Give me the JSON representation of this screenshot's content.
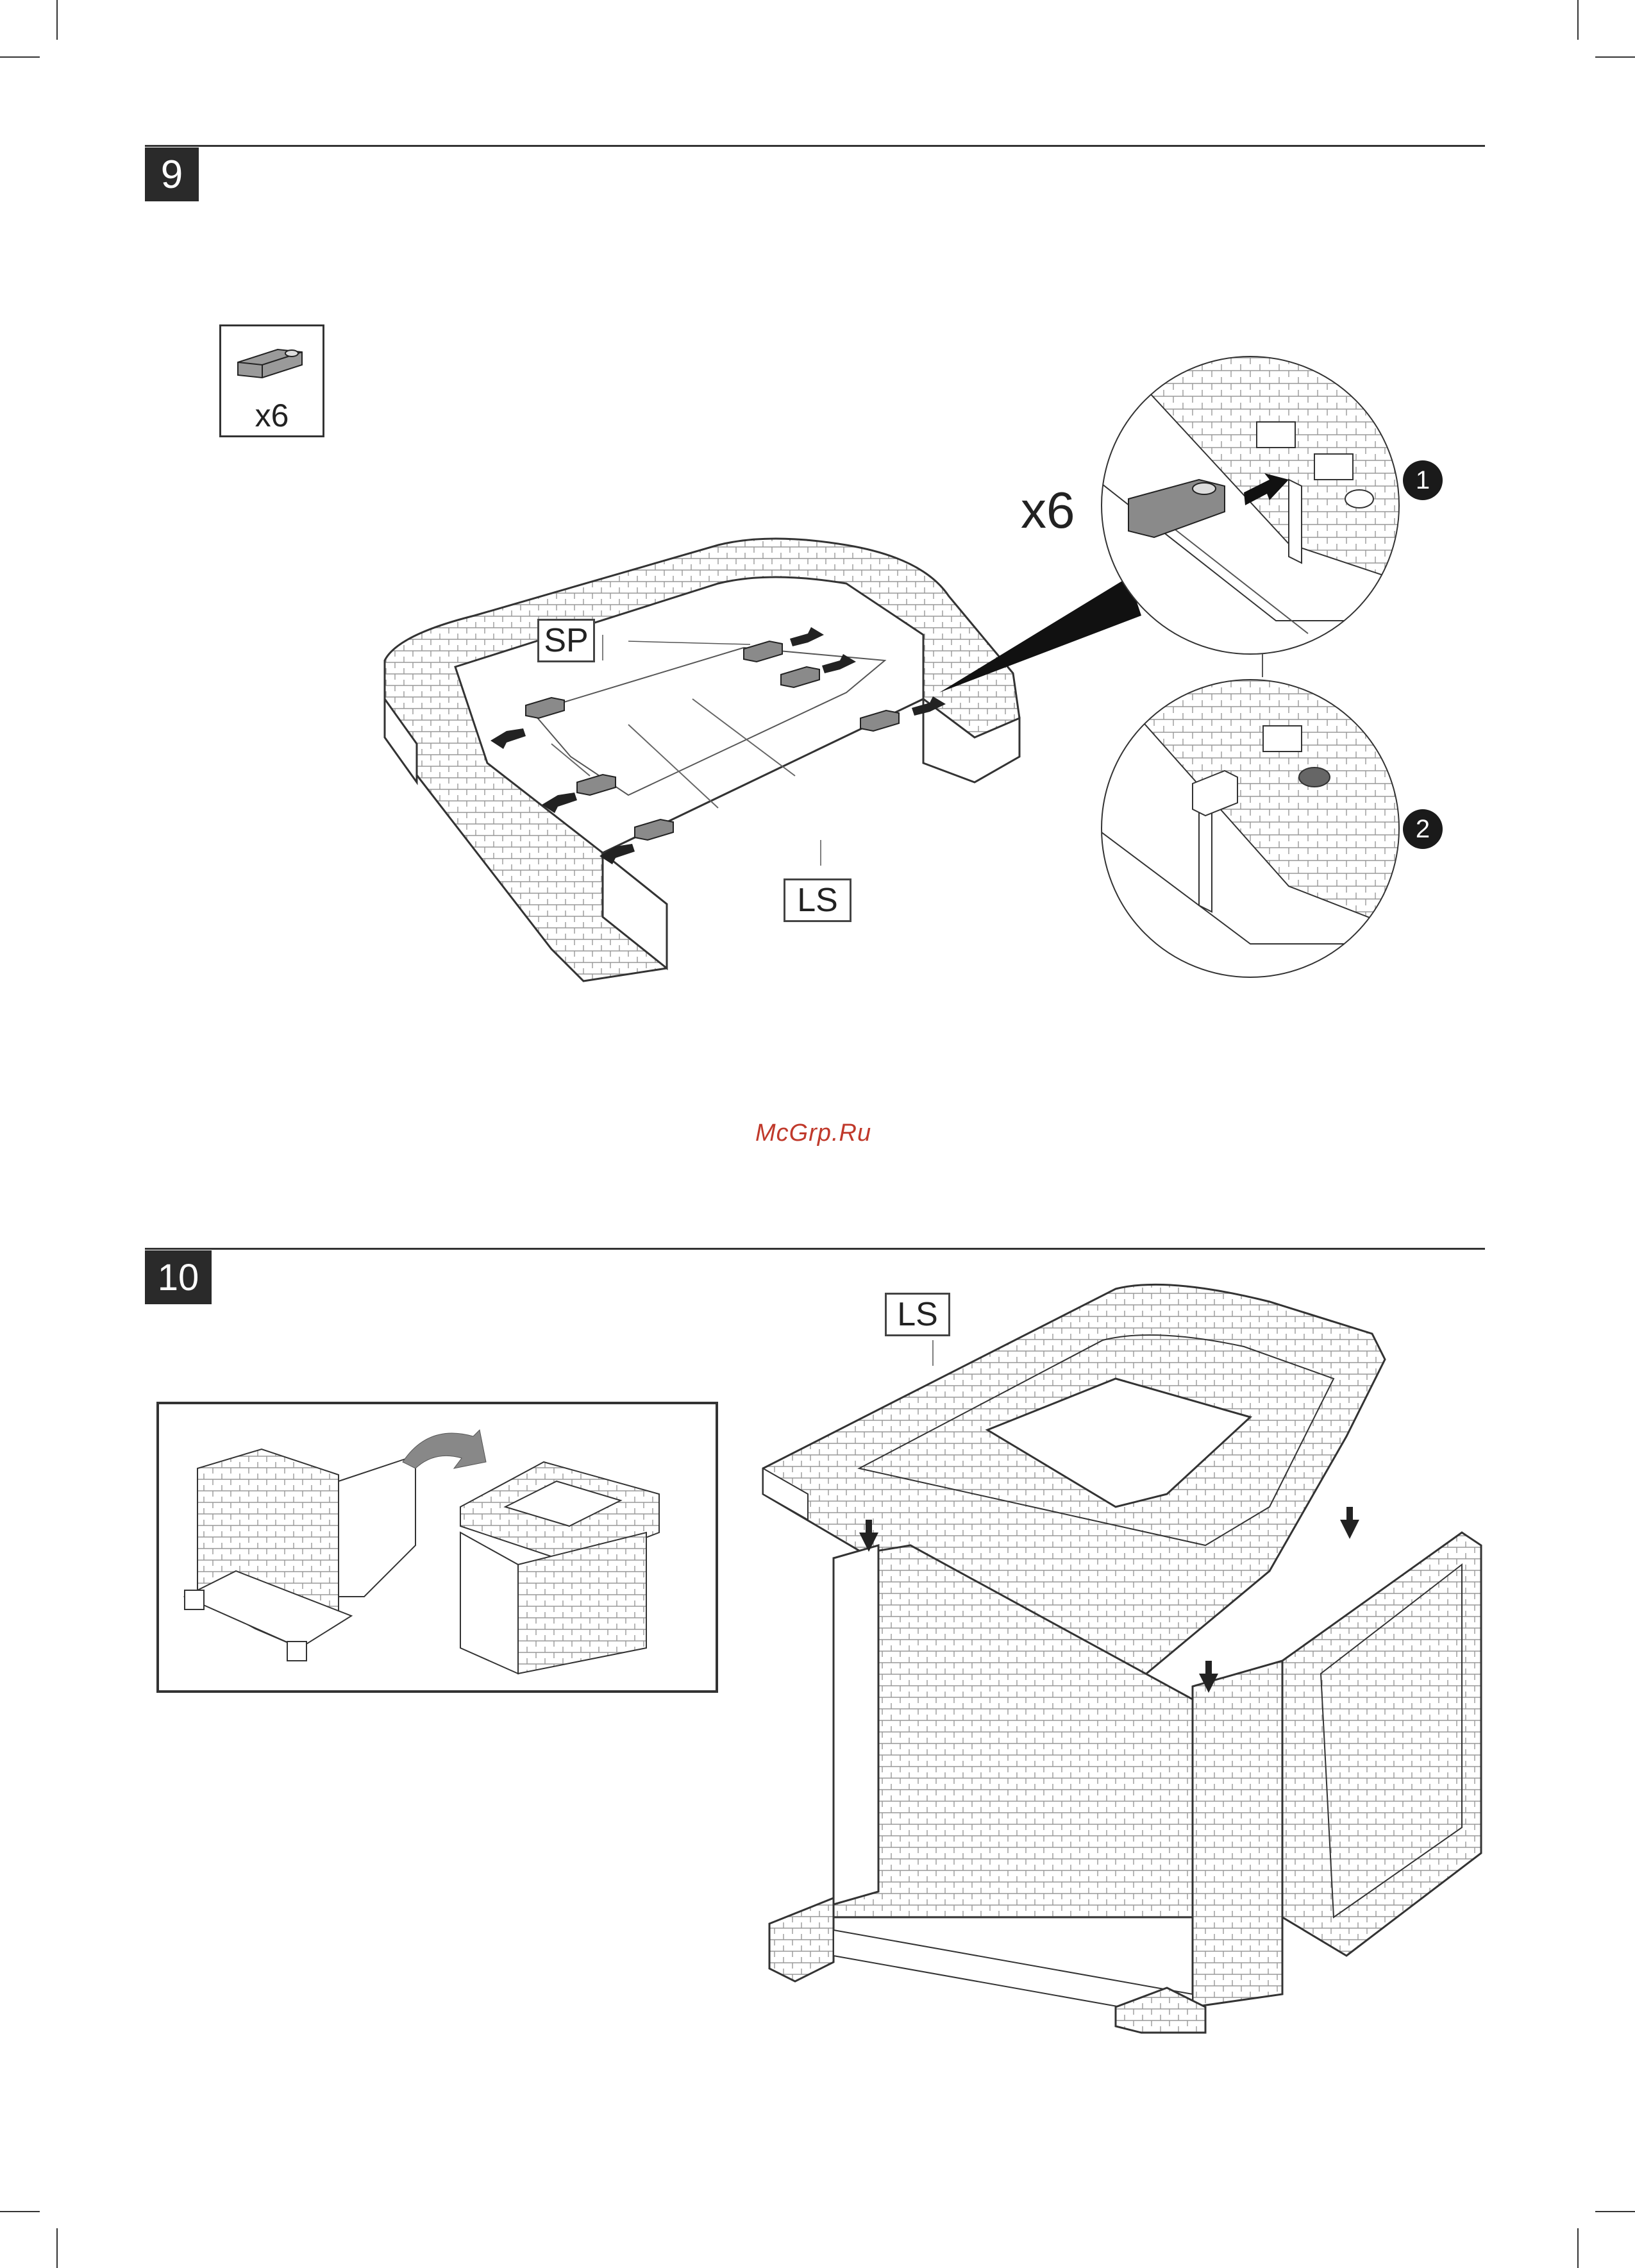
{
  "steps": [
    {
      "number": "9",
      "parts_box": {
        "quantity": "x6"
      },
      "callout_quantity": "x6",
      "labels": {
        "sp": "SP",
        "ls": "LS"
      },
      "detail_markers": [
        "1",
        "2"
      ]
    },
    {
      "number": "10",
      "labels": {
        "ls": "LS"
      }
    }
  ],
  "watermark": "McGrp.Ru",
  "icons": [
    "clip-part-icon",
    "push-arrow-icon",
    "flip-arrow-icon"
  ],
  "colors": {
    "line": "#333333",
    "part_fill": "#8a8a8a",
    "watermark": "#c0392b",
    "step_box": "#2a2a2a"
  }
}
